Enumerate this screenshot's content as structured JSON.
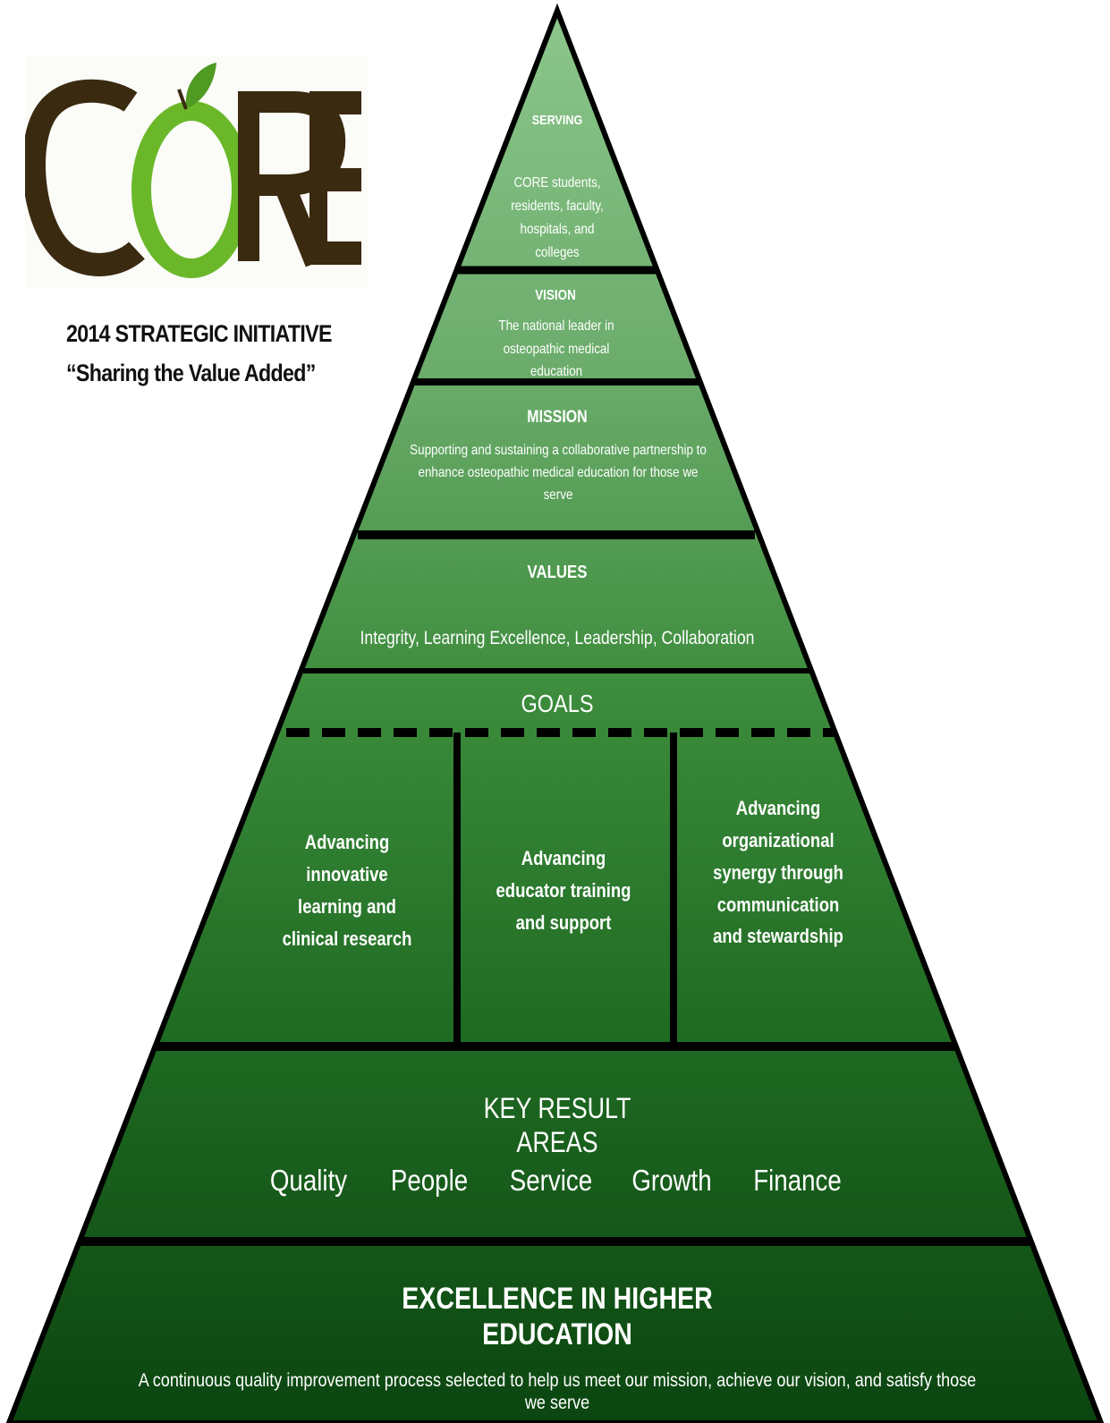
{
  "logo": {
    "letters": [
      "C",
      "O",
      "R",
      "E"
    ],
    "colors": {
      "brown": "#3a2a10",
      "green": "#6ab82a",
      "leaf": "#4f9a22"
    }
  },
  "initiative": {
    "title": "2014 STRATEGIC INITIATIVE",
    "subtitle": "“Sharing the Value Added”"
  },
  "pyramid": {
    "serving": {
      "heading": "SERVING",
      "body": "CORE students, residents, faculty, hospitals, and colleges"
    },
    "vision": {
      "heading": "VISION",
      "body": "The national leader in osteopathic medical education"
    },
    "mission": {
      "heading": "MISSION",
      "body": "Supporting and sustaining a collaborative partnership to enhance osteopathic medical education for those we serve"
    },
    "values": {
      "heading": "VALUES",
      "body": "Integrity, Learning Excellence, Leadership, Collaboration"
    },
    "goals": {
      "heading": "GOALS",
      "items": [
        "Advancing innovative learning and clinical research",
        "Advancing educator training and support",
        "Advancing organizational synergy through communication and stewardship"
      ]
    },
    "key_result_areas": {
      "heading": "KEY RESULT AREAS",
      "items": [
        "Quality",
        "People",
        "Service",
        "Growth",
        "Finance"
      ]
    },
    "excellence": {
      "heading": "EXCELLENCE IN HIGHER EDUCATION",
      "body": "A continuous quality improvement process selected to help us meet our mission, achieve our vision, and satisfy those we serve"
    },
    "colors": {
      "top_green": "#7dbc7d",
      "mid_green": "#2f7d2f",
      "bottom_green": "#0d4a12",
      "outline": "#000000"
    }
  }
}
